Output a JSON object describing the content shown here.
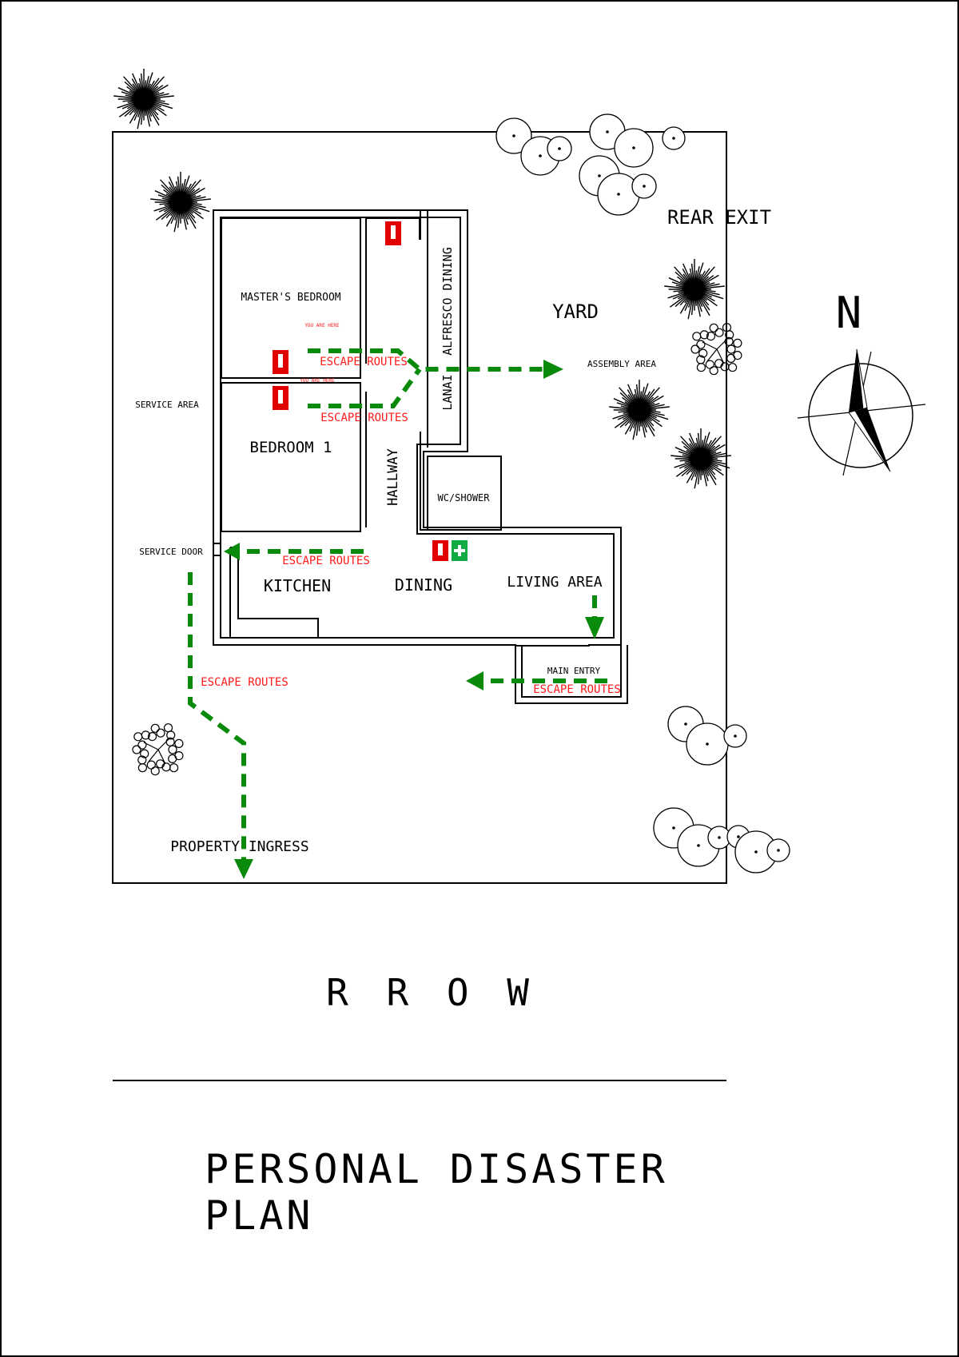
{
  "plan": {
    "title_line1": "PERSONAL DISASTER",
    "title_line2": "PLAN",
    "road_label": "R R O W"
  },
  "compass": {
    "north_label": "N"
  },
  "rooms": {
    "masters_bedroom": "MASTER'S BEDROOM",
    "bedroom1": "BEDROOM 1",
    "hallway": "HALLWAY",
    "lanai": "LANAI",
    "alfresco": "ALFRESCO DINING",
    "wc_shower": "WC/SHOWER",
    "kitchen": "KITCHEN",
    "dining": "DINING",
    "living": "LIVING AREA",
    "main_entry": "MAIN ENTRY"
  },
  "site": {
    "yard": "YARD",
    "rear_exit": "REAR EXIT",
    "assembly": "ASSEMBLY AREA",
    "service_area": "SERVICE AREA",
    "service_door": "SERVICE DOOR",
    "property_ingress": "PROPERTY INGRESS"
  },
  "markers": {
    "you_are_here": "YOU ARE HERE",
    "escape": "ESCAPE ROUTES"
  },
  "icons": [
    "fire-extinguisher-icon",
    "first-aid-icon",
    "north-arrow-icon",
    "tree-icon"
  ],
  "colors": {
    "escape_route": "#0a8a0a",
    "escape_text": "#ff1a1a",
    "extinguisher": "#e00000",
    "first_aid": "#11aa44"
  }
}
